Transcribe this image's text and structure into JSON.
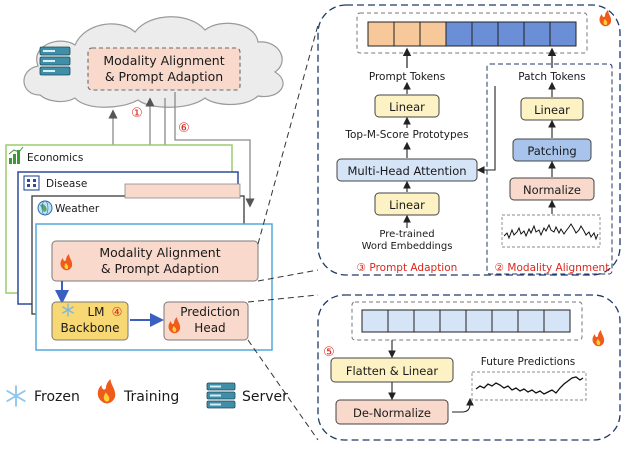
{
  "cloud": {
    "box_line1": "Modality Alignment",
    "box_line2": "& Prompt Adaption",
    "step_up": "①",
    "step_down": "⑥"
  },
  "clients": {
    "economics": "Economics",
    "disease": "Disease",
    "weather": "Weather",
    "module_line1": "Modality Alignment",
    "module_line2": "& Prompt Adaption",
    "lm_line1": "LM",
    "lm_step": "④",
    "lm_line2": "Backbone",
    "head_line1": "Prediction",
    "head_line2": "Head"
  },
  "legend": {
    "frozen": "Frozen",
    "training": "Training",
    "server": "Server"
  },
  "prompt_panel": {
    "prompt_tokens": "Prompt Tokens",
    "linear_top": "Linear",
    "top_m": "Top-M-Score Prototypes",
    "mha": "Multi-Head Attention",
    "linear_bottom": "Linear",
    "pretrained_line1": "Pre-trained",
    "pretrained_line2": "Word Embeddings",
    "caption": "③ Prompt Adaption"
  },
  "modality_panel": {
    "patch_tokens": "Patch Tokens",
    "linear": "Linear",
    "patching": "Patching",
    "normalize": "Normalize",
    "caption": "② Modality Alignment"
  },
  "bottom_panel": {
    "step": "⑤",
    "flatten": "Flatten & Linear",
    "future": "Future Predictions",
    "denormalize": "De-Normalize"
  },
  "colors": {
    "token_orange": "#f7c89a",
    "token_blue": "#6a8fd6",
    "module_pink": "#f9d9cc",
    "linear_yellow": "#fdf2c4",
    "patching_blue": "#a8c4ec",
    "lm_yellow": "#f7d873",
    "accent_red": "#d9261c"
  },
  "icons": {
    "snowflake": "snowflake-icon",
    "fire": "fire-icon",
    "server": "server-icon",
    "chart": "bar-chart-icon",
    "hospital": "hospital-icon",
    "globe": "globe-icon"
  }
}
